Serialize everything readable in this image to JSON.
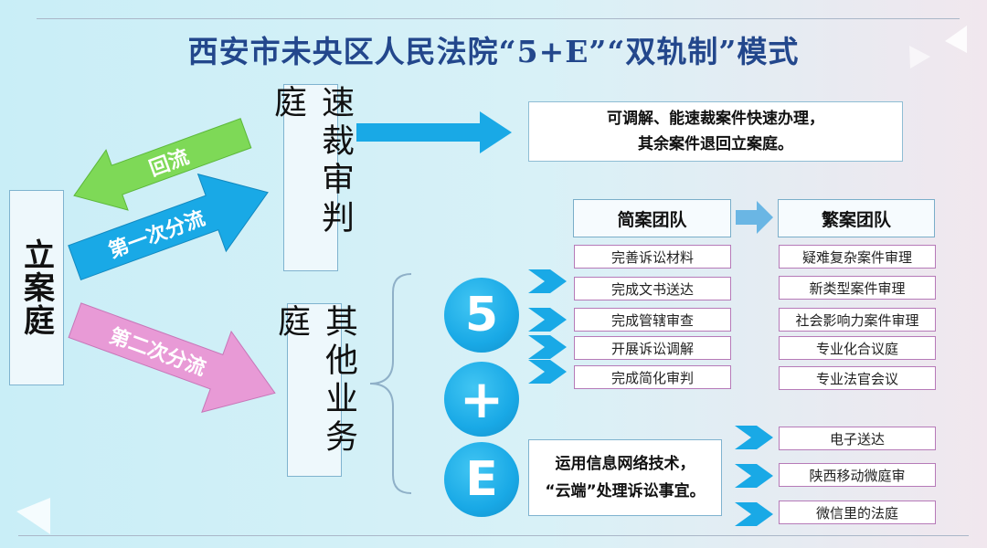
{
  "title": "西安市未央区人民法院“5+E”“双轨制”模式",
  "lian_an": "立案庭",
  "arrows": {
    "return_flow": "回流",
    "first_split": "第一次分流",
    "second_split": "第二次分流"
  },
  "sucai_court": "速裁审判庭",
  "other_court": "其他业务庭",
  "sucai_result": {
    "line1": "可调解、能速裁案件快速办理，",
    "line2": "其余案件退回立案庭。"
  },
  "simple_team": {
    "label": "简案团队",
    "items": [
      "完善诉讼材料",
      "完成文书送达",
      "完成管辖审查",
      "开展诉讼调解",
      "完成简化审判"
    ]
  },
  "complex_team": {
    "label": "繁案团队",
    "items": [
      "疑难复杂案件审理",
      "新类型案件审理",
      "社会影响力案件审理",
      "专业化合议庭",
      "专业法官会议"
    ]
  },
  "circles": {
    "five": "5",
    "plus": "+",
    "e": "E"
  },
  "cloud_box": {
    "line1": "运用信息网络技术，",
    "line2": "“云端”处理诉讼事宜。"
  },
  "e_items": [
    "电子送达",
    "陕西移动微庭审",
    "微信里的法庭"
  ],
  "colors": {
    "title": "#23478c",
    "blue_arrow": "#19a9e6",
    "green_arrow": "#7ed957",
    "pink_arrow": "#e89ad6",
    "item_border": "#b67ab8"
  }
}
